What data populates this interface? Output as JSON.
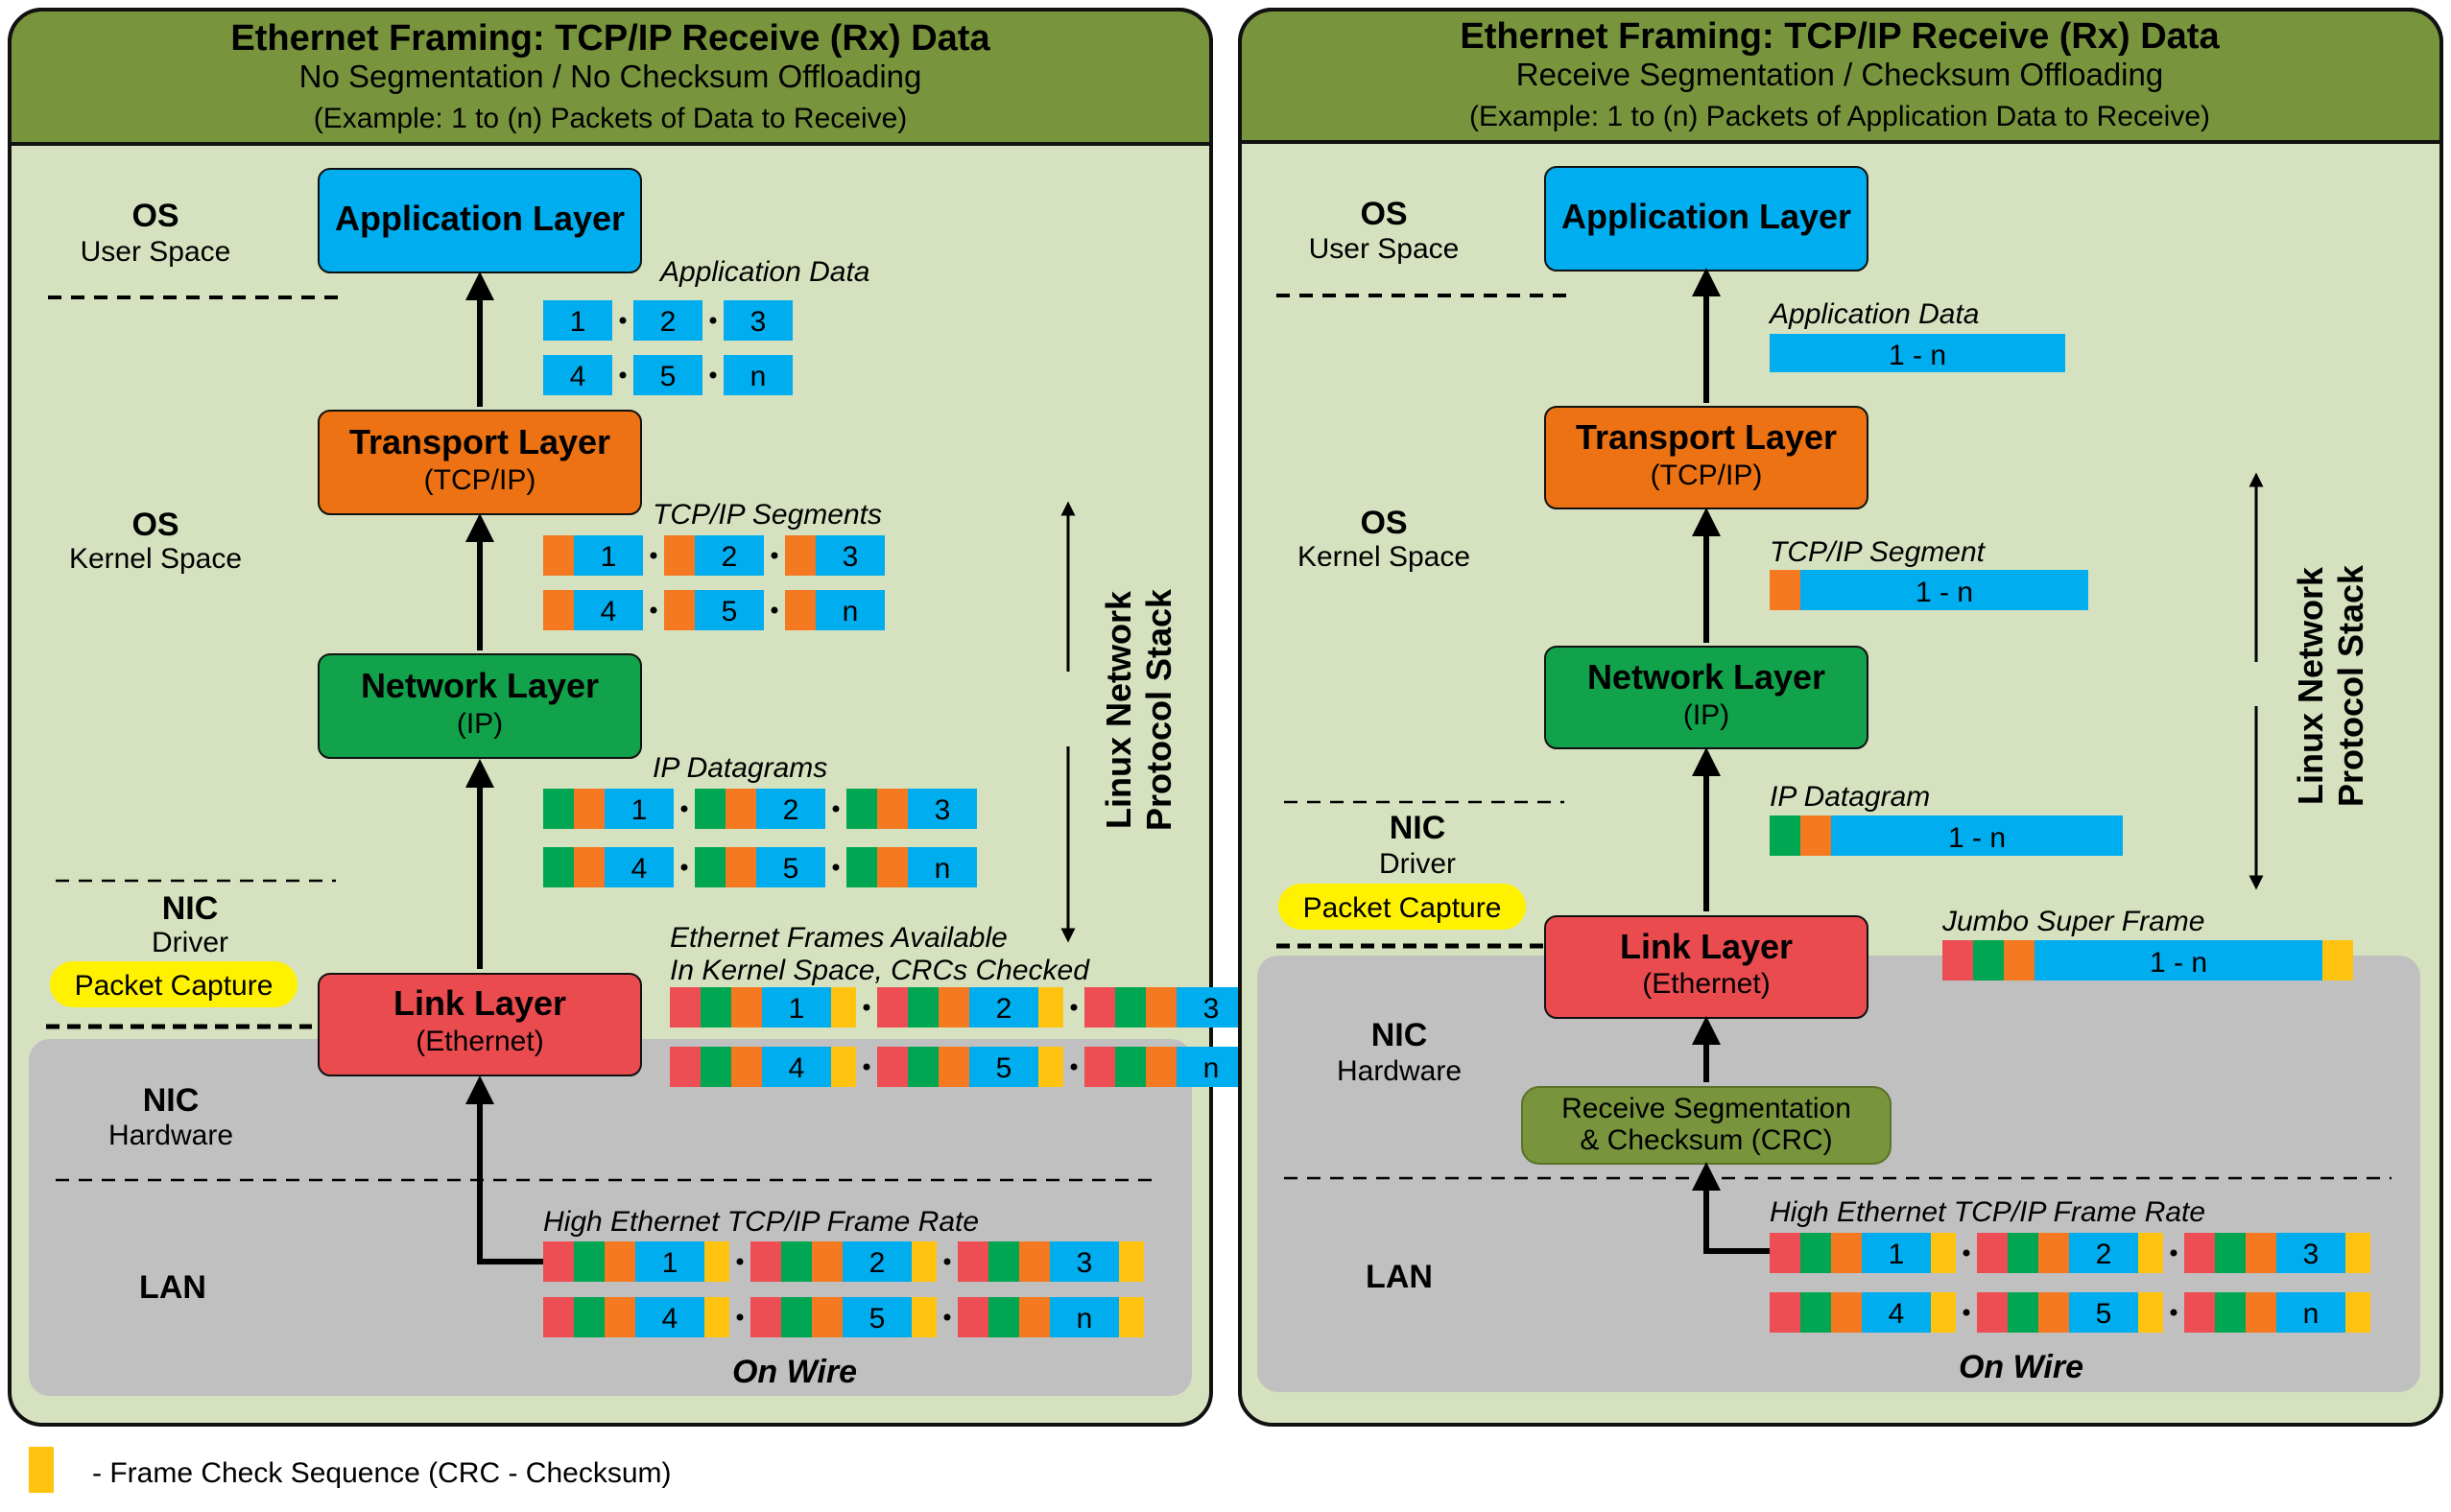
{
  "colors": {
    "header": "#78943c",
    "panel_bg": "#d6e2bf",
    "nic_area": "#c0c0c0",
    "application": "#00adef",
    "transport": "#ec7213",
    "network": "#12a24b",
    "link": "#ea4b4f",
    "receive_seg": "#78943c",
    "payload": "#00adef",
    "ip_header": "#00a651",
    "tcp_header": "#f47920",
    "eth_header": "#ed4e54",
    "fcs": "#ffc20e",
    "capture": "#fff100"
  },
  "left": {
    "title": "Ethernet Framing: TCP/IP Receive (Rx) Data",
    "subtitle": "No Segmentation / No Checksum Offloading",
    "example": "(Example: 1 to (n) Packets of Data to Receive)",
    "os_user": {
      "heading": "OS",
      "sub": "User Space"
    },
    "os_kernel": {
      "heading": "OS",
      "sub": "Kernel Space"
    },
    "nic_driver": {
      "heading": "NIC",
      "sub": "Driver"
    },
    "nic_hardware": {
      "heading": "NIC",
      "sub": "Hardware"
    },
    "lan": "LAN",
    "capture": "Packet Capture",
    "app_layer": "Application Layer",
    "transport_layer": {
      "name": "Transport Layer",
      "sub": "(TCP/IP)"
    },
    "network_layer": {
      "name": "Network Layer",
      "sub": "(IP)"
    },
    "link_layer": {
      "name": "Link Layer",
      "sub": "(Ethernet)"
    },
    "app_data_label": "Application Data",
    "tcp_label": "TCP/IP Segments",
    "ip_label": "IP Datagrams",
    "eth_label_1": "Ethernet Frames Available",
    "eth_label_2": "In Kernel Space, CRCs Checked",
    "wire_label": "High Ethernet TCP/IP Frame Rate",
    "on_wire": "On Wire",
    "stack_1": "Linux Network",
    "stack_2": "Protocol Stack",
    "packets": [
      "1",
      "2",
      "3",
      "4",
      "5",
      "n"
    ]
  },
  "right": {
    "title": "Ethernet Framing: TCP/IP Receive (Rx) Data",
    "subtitle": "Receive Segmentation / Checksum Offloading",
    "example": "(Example: 1 to (n) Packets of Application Data to Receive)",
    "os_user": {
      "heading": "OS",
      "sub": "User Space"
    },
    "os_kernel": {
      "heading": "OS",
      "sub": "Kernel Space"
    },
    "nic_driver": {
      "heading": "NIC",
      "sub": "Driver"
    },
    "nic_hardware": {
      "heading": "NIC",
      "sub": "Hardware"
    },
    "lan": "LAN",
    "capture": "Packet Capture",
    "app_layer": "Application Layer",
    "transport_layer": {
      "name": "Transport Layer",
      "sub": "(TCP/IP)"
    },
    "network_layer": {
      "name": "Network Layer",
      "sub": "(IP)"
    },
    "link_layer": {
      "name": "Link Layer",
      "sub": "(Ethernet)"
    },
    "receive_seg_1": "Receive Segmentation",
    "receive_seg_2": "& Checksum (CRC)",
    "app_data_label": "Application Data",
    "tcp_label": "TCP/IP Segment",
    "ip_label": "IP Datagram",
    "jumbo_label": "Jumbo Super Frame",
    "combined": "1 - n",
    "wire_label": "High Ethernet TCP/IP Frame Rate",
    "on_wire": "On Wire",
    "stack_1": "Linux Network",
    "stack_2": "Protocol Stack",
    "packets": [
      "1",
      "2",
      "3",
      "4",
      "5",
      "n"
    ]
  },
  "legend": "- Frame Check Sequence (CRC - Checksum)"
}
